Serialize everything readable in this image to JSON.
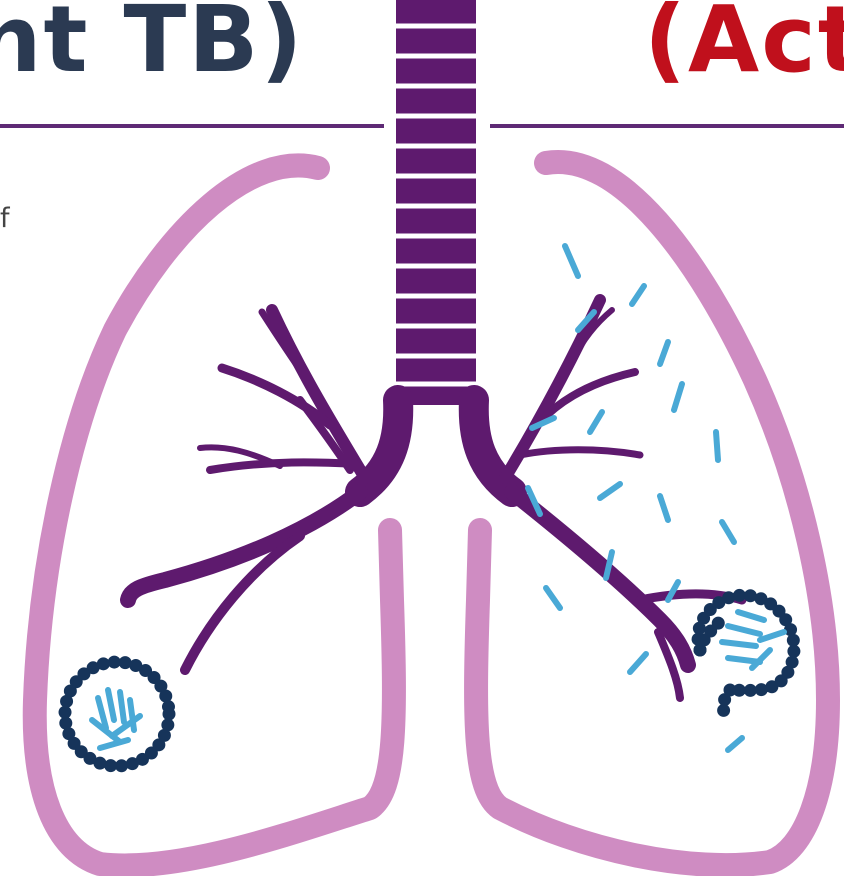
{
  "header": {
    "left_title": "nt TB)",
    "right_title": "(Act"
  },
  "body_text": {
    "fragment": "f"
  },
  "colors": {
    "title_dark": "#2b3a52",
    "title_red": "#c0101c",
    "rule_purple": "#5e2a75",
    "lung_outline": "#cf8cc2",
    "airway_purple": "#5e1a6e",
    "bacteria_blue": "#4aa9d6",
    "granuloma_wall": "#16345a"
  },
  "icons": {
    "trachea": "trachea-rings-icon",
    "left_lung": "lung-outline-icon",
    "right_lung": "lung-outline-icon",
    "bronchi": "bronchial-tree-icon",
    "contained_granuloma": "granuloma-icon",
    "ruptured_granuloma": "ruptured-granuloma-icon",
    "bacteria": "bacillus-icon"
  }
}
